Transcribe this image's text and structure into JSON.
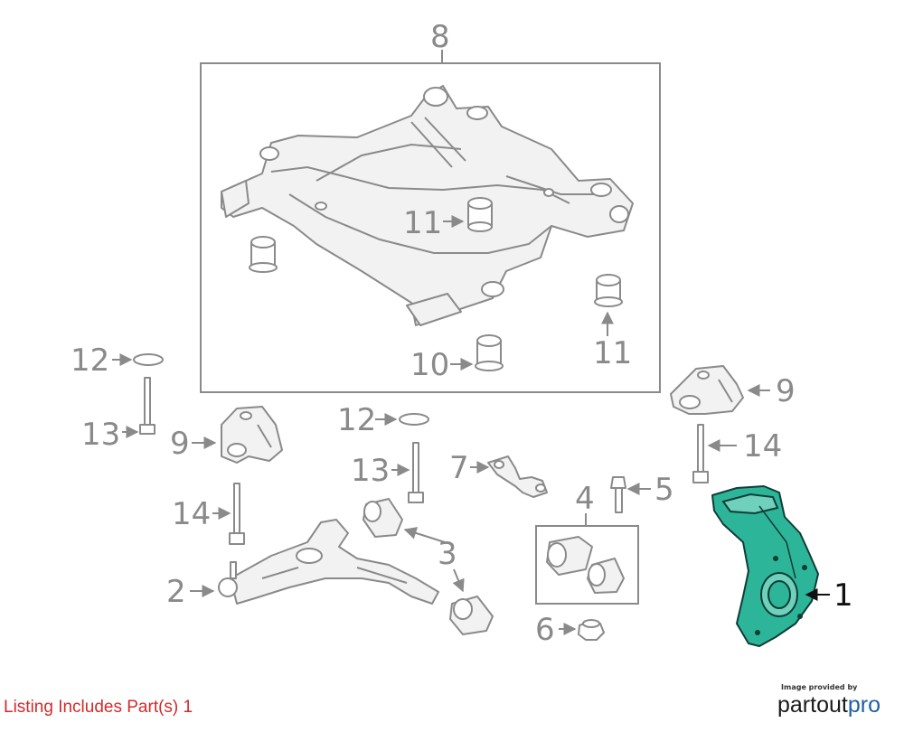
{
  "callouts": {
    "n1": "1",
    "n2": "2",
    "n3": "3",
    "n4": "4",
    "n5": "5",
    "n6": "6",
    "n7": "7",
    "n8": "8",
    "n9a": "9",
    "n9b": "9",
    "n10": "10",
    "n11a": "11",
    "n11b": "11",
    "n12a": "12",
    "n12b": "12",
    "n13a": "13",
    "n13b": "13",
    "n14a": "14",
    "n14b": "14"
  },
  "listing": "Listing Includes Part(s) 1",
  "credit": {
    "caption": "Image provided by",
    "logo_a": "partout",
    "logo_b": "pro"
  },
  "colors": {
    "highlight": "#2db59a",
    "line": "#8a8a8a",
    "listing": "#d42a2a"
  }
}
